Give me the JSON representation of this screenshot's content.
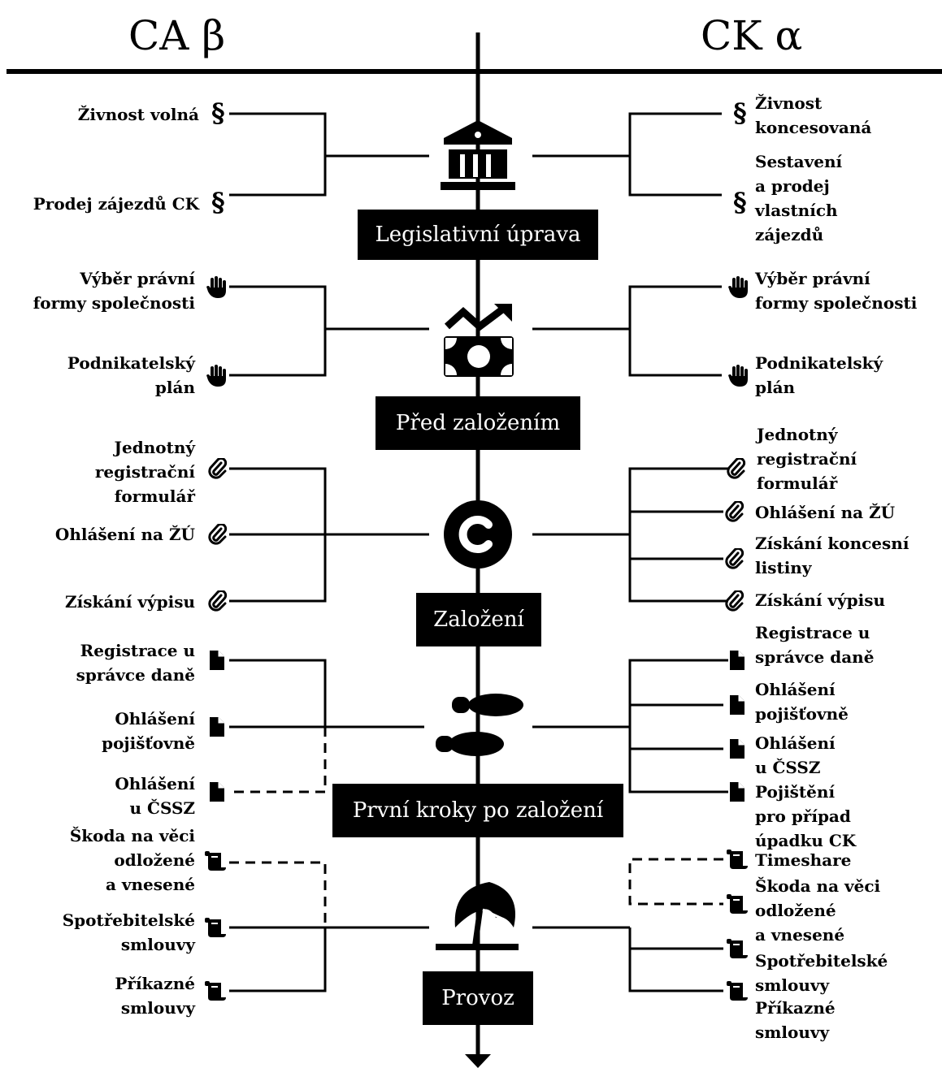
{
  "header": {
    "left_title": "CA β",
    "right_title": "CK α"
  },
  "stages": [
    {
      "label": "Legislativní úprava",
      "icon": "bank-icon"
    },
    {
      "label": "Před založením",
      "icon": "money-trend-icon"
    },
    {
      "label": "Založení",
      "icon": "copyright-icon"
    },
    {
      "label": "První kroky po založení",
      "icon": "footsteps-icon"
    },
    {
      "label": "Provoz",
      "icon": "beach-umbrella-icon"
    }
  ],
  "left": {
    "legislation": [
      "Živnost volná",
      "Prodej zájezdů CK"
    ],
    "before": [
      "Výběr právní\nformy společnosti",
      "Podnikatelský\nplán"
    ],
    "founding": [
      "Jednotný\nregistrační\nformulář",
      "Ohlášení na ŽÚ",
      "Získání výpisu"
    ],
    "first_steps": [
      "Registrace u\nsprávce daně",
      "Ohlášení\npojišťovně",
      "Ohlášení\nu ČSSZ"
    ],
    "operation": [
      "Škoda na věci\nodložené\na vnesené",
      "Spotřebitelské\nsmlouvy",
      "Příkazné\nsmlouvy"
    ]
  },
  "right": {
    "legislation": [
      "Živnost\nkoncesovaná",
      "Sestavení\na prodej\nvlastních\nzájezdů"
    ],
    "before": [
      "Výběr právní\nformy společnosti",
      "Podnikatelský\nplán"
    ],
    "founding": [
      "Jednotný\nregistrační\nformulář",
      "Ohlášení na ŽÚ",
      "Získání koncesní\nlistiny",
      "Získání výpisu"
    ],
    "first_steps": [
      "Registrace u\nsprávce daně",
      "Ohlášení\npojišťovně",
      "Ohlášení\nu ČSSZ",
      "Pojištění\npro případ\núpadku CK"
    ],
    "operation": [
      "Timeshare",
      "Škoda na věci\nodložené\na vnesené",
      "Spotřebitelské\nsmlouvy",
      "Příkazné\nsmlouvy"
    ]
  }
}
